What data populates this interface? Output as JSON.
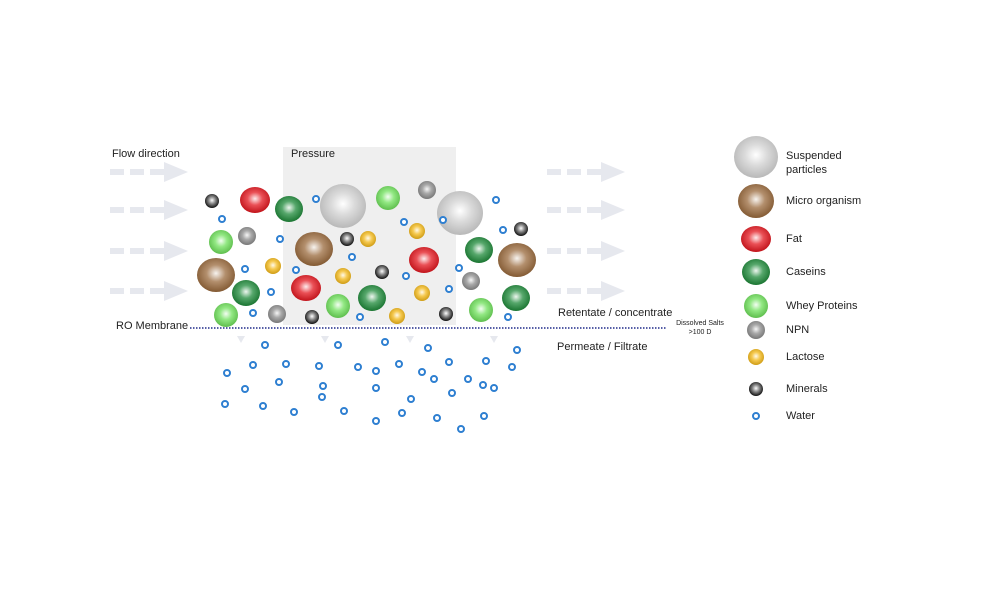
{
  "labels": {
    "flow_direction": "Flow direction",
    "pressure": "Pressure",
    "membrane": "RO Membrane",
    "retentate": "Retentate / concentrate",
    "permeate": "Permeate / Filtrate",
    "dissolved_line1": "Dissolved Salts",
    "dissolved_line2": ">100 D"
  },
  "legend": [
    {
      "key": "suspended",
      "label_line1": "Suspended",
      "label_line2": "particles"
    },
    {
      "key": "micro",
      "label_line1": "Micro organism",
      "label_line2": ""
    },
    {
      "key": "fat",
      "label_line1": "Fat",
      "label_line2": ""
    },
    {
      "key": "casein",
      "label_line1": "Caseins",
      "label_line2": ""
    },
    {
      "key": "whey",
      "label_line1": "Whey Proteins",
      "label_line2": ""
    },
    {
      "key": "npn",
      "label_line1": "NPN",
      "label_line2": ""
    },
    {
      "key": "lactose",
      "label_line1": "Lactose",
      "label_line2": ""
    },
    {
      "key": "minerals",
      "label_line1": "Minerals",
      "label_line2": ""
    },
    {
      "key": "water",
      "label_line1": "Water",
      "label_line2": ""
    }
  ],
  "colors": {
    "suspended": "#cfcfcf",
    "micro": "#9a6a3c",
    "fat": "#e3161e",
    "casein": "#1e8a3a",
    "whey": "#6ee05a",
    "npn": "#8c8c8c",
    "lactose": "#f3b817",
    "minerals": "#111111",
    "water": "#2e7fd1",
    "membrane": "#1f2a8a",
    "arrow": "#e6e8ee",
    "pressure_box": "#efefef"
  }
}
